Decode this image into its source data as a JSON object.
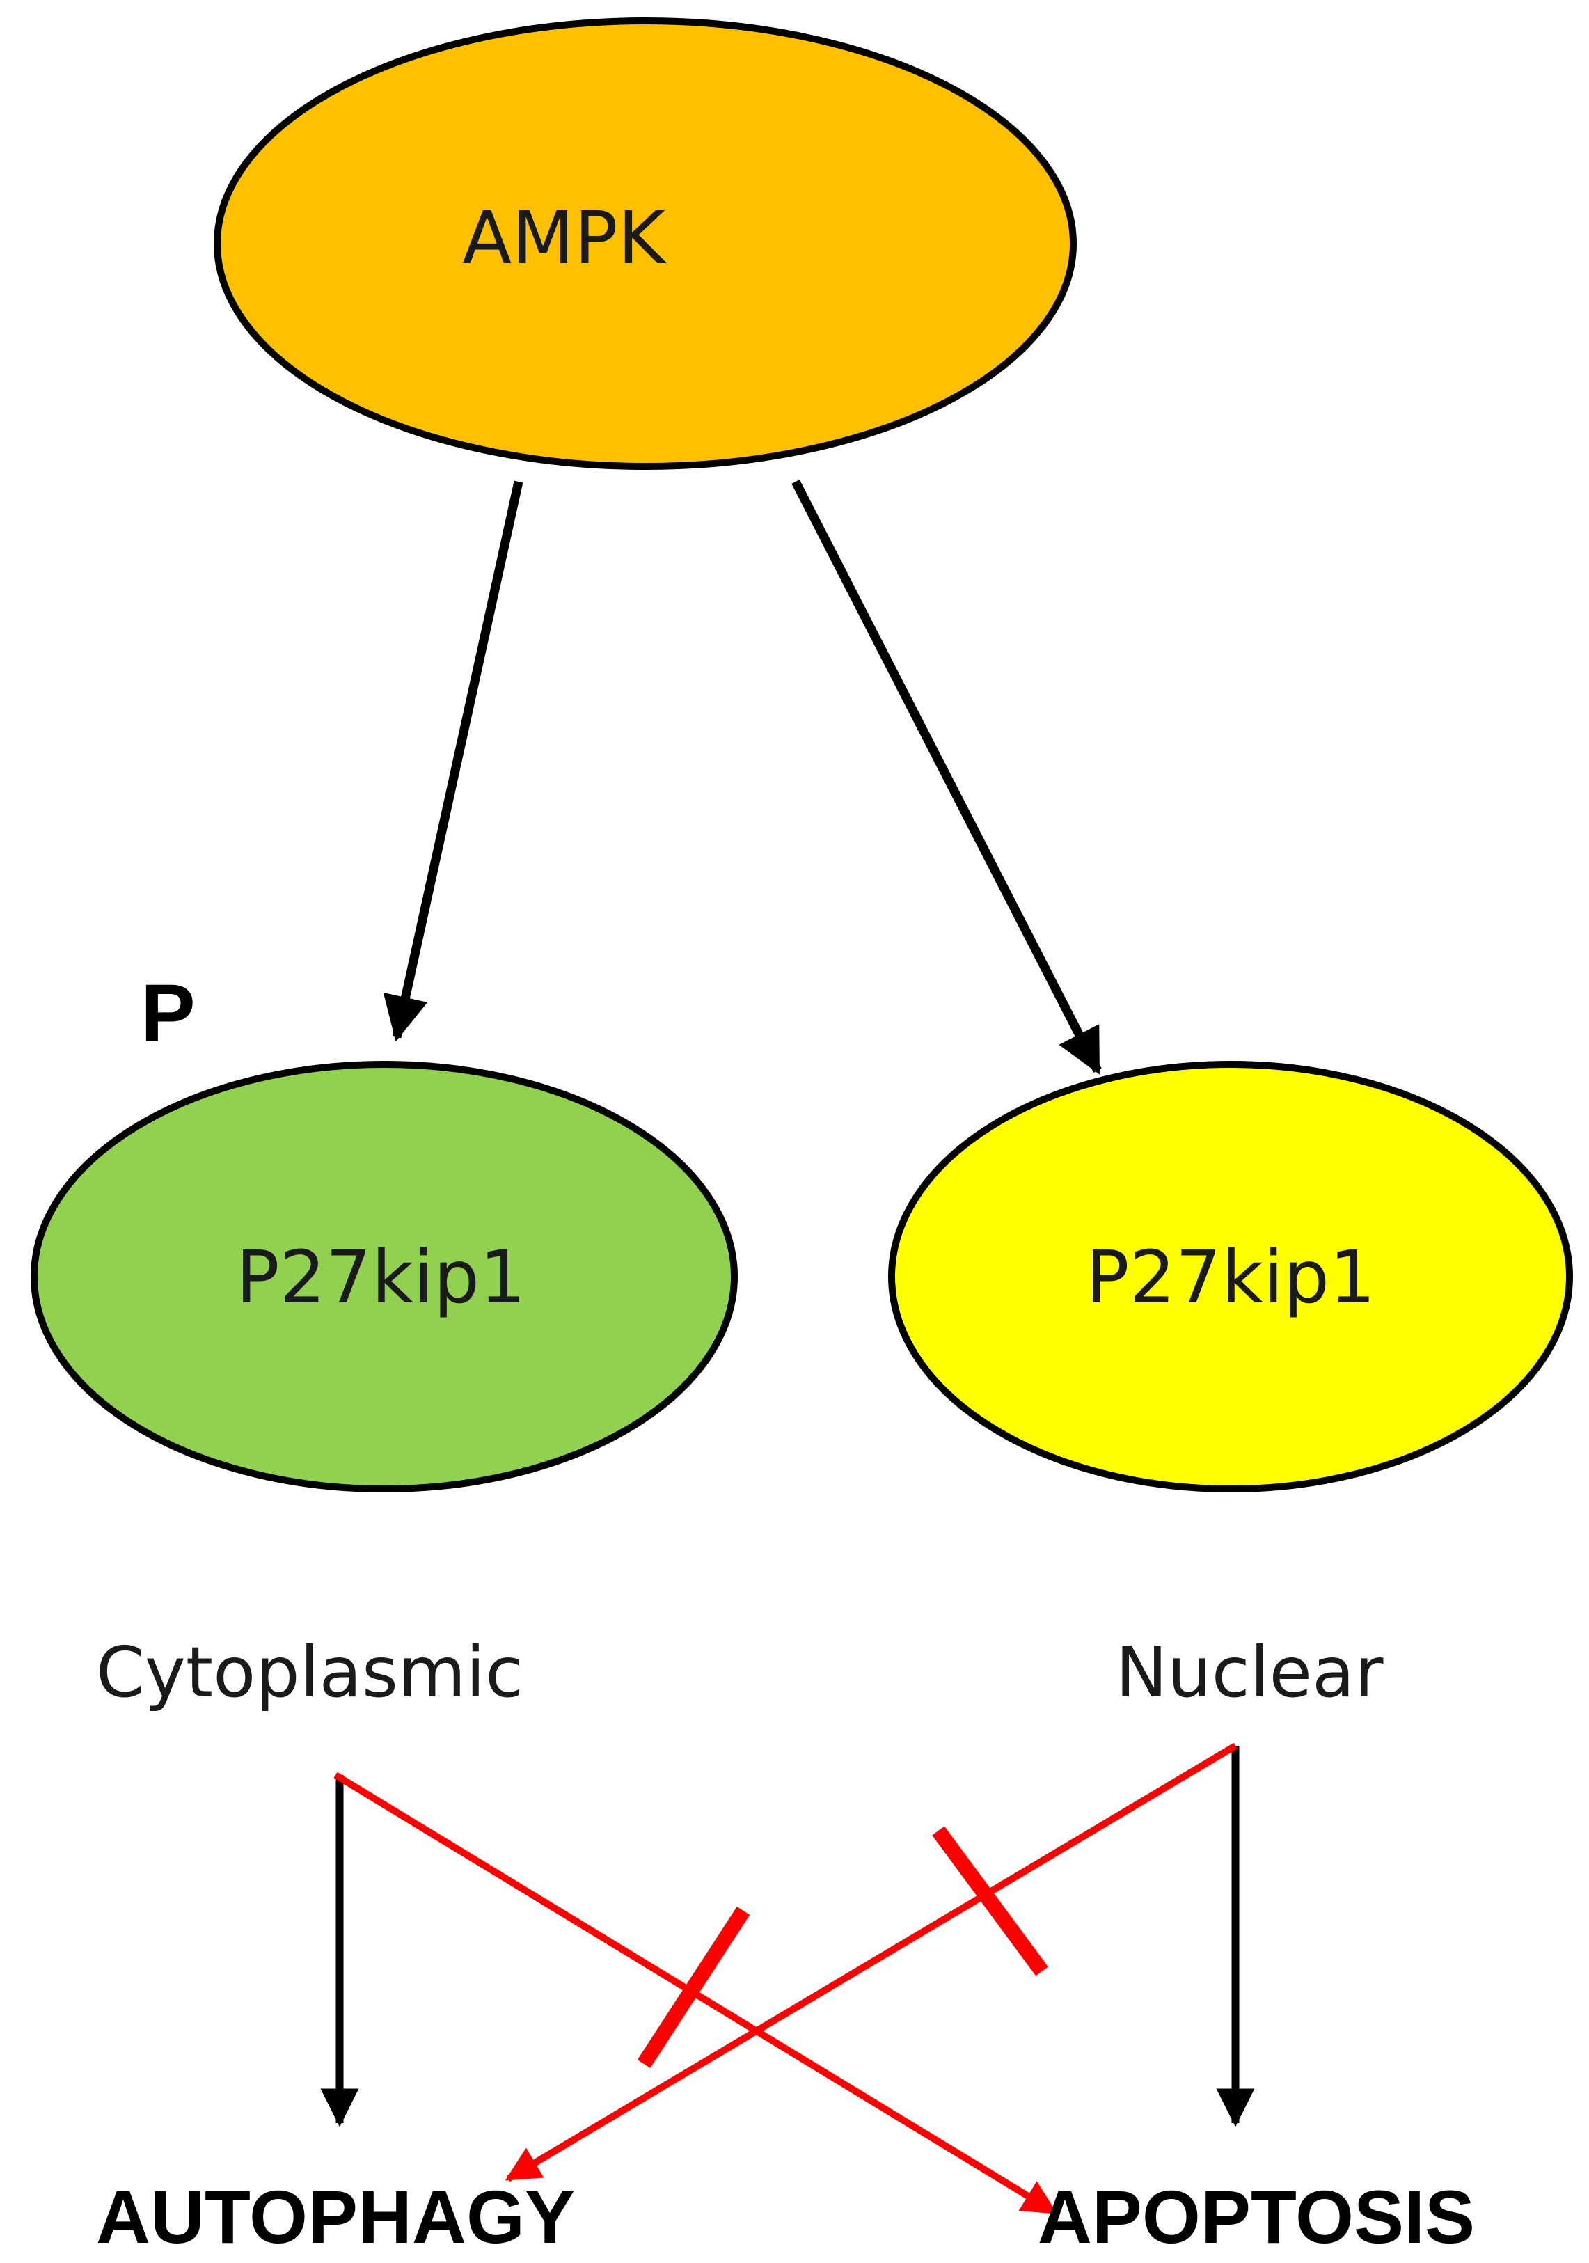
{
  "nodes": {
    "ampk": {
      "label": "AMPK",
      "color": "#FFC000"
    },
    "p27_cyto": {
      "label": "P27kip1",
      "color": "#92D050"
    },
    "p27_nuc": {
      "label": "P27kip1",
      "color": "#FFFF00"
    }
  },
  "phospho_label": "P",
  "locations": {
    "cytoplasmic": "Cytoplasmic",
    "nuclear": "Nuclear"
  },
  "outcomes": {
    "autophagy": "AUTOPHAGY",
    "apoptosis": "APOPTOSIS"
  },
  "colors": {
    "arrow": "#000000",
    "inhibition": "#FF0000",
    "outline": "#000000"
  }
}
